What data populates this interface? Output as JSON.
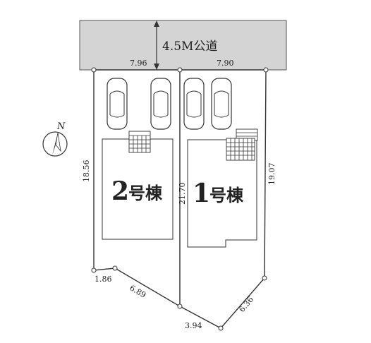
{
  "road": {
    "label": "4.5M公道"
  },
  "compass": {
    "letter": "N",
    "icon": "north-arrow-icon"
  },
  "dimensions": {
    "frontage_left": "7.96",
    "frontage_right": "7.90",
    "left_side": "18.56",
    "middle_boundary": "21.70",
    "right_side": "19.07",
    "rear_1": "1.86",
    "rear_2": "6.89",
    "rear_3": "3.94",
    "rear_4": "6.36"
  },
  "buildings": {
    "building_2": {
      "number": "2",
      "suffix": "号棟"
    },
    "building_1": {
      "number": "1",
      "suffix": "号棟"
    }
  },
  "parking": {
    "lot_2_cars": 2,
    "lot_1_cars": 2,
    "car_icon": "car-icon"
  },
  "colors": {
    "road": "#d4d4d4",
    "lines": "#333333"
  }
}
